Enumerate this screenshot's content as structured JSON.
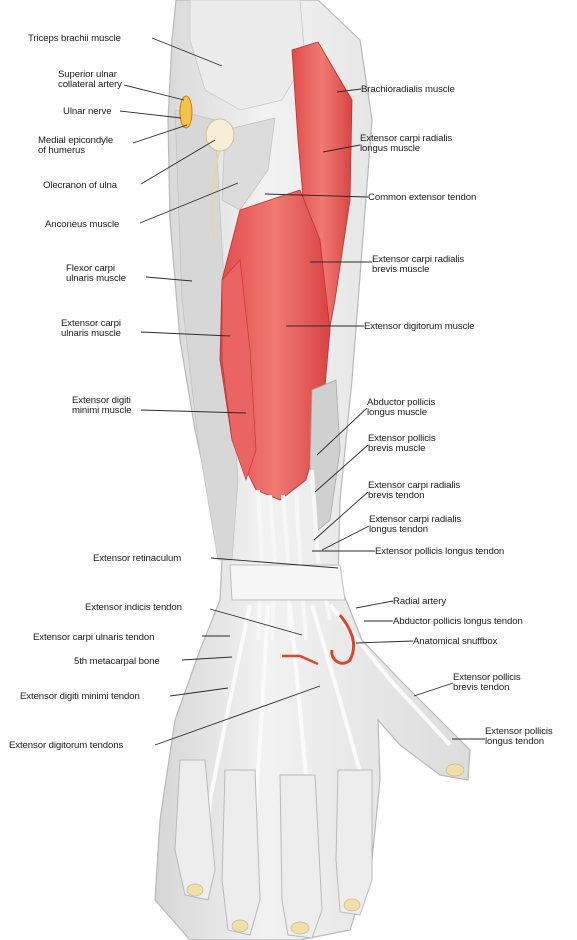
{
  "colors": {
    "muscle": "#e85a5a",
    "muscle_dark": "#c73b3b",
    "tendon": "#f1efe9",
    "bone": "#f3e6c4",
    "skin_outline": "#bdbdbd",
    "soft_tissue": "#e4e4e4",
    "artery": "#d9472b"
  },
  "labels": [
    {
      "id": "triceps",
      "lines": [
        "Triceps brachii muscle"
      ]
    },
    {
      "id": "sup-ulnar",
      "lines": [
        "Superior ulnar",
        "collateral artery"
      ]
    },
    {
      "id": "ulnar-nerve",
      "lines": [
        "Ulnar nerve"
      ]
    },
    {
      "id": "medial-epi",
      "lines": [
        "Medial epicondyle",
        "of humerus"
      ]
    },
    {
      "id": "olecranon",
      "lines": [
        "Olecranon of ulna"
      ]
    },
    {
      "id": "anconeus",
      "lines": [
        "Anconeus muscle"
      ]
    },
    {
      "id": "fcu",
      "lines": [
        "Flexor carpi",
        "ulnaris muscle"
      ]
    },
    {
      "id": "ecu",
      "lines": [
        "Extensor carpi",
        "ulnaris muscle"
      ]
    },
    {
      "id": "edm",
      "lines": [
        "Extensor digiti",
        "minimi muscle"
      ]
    },
    {
      "id": "retinaculum",
      "lines": [
        "Extensor retinaculum"
      ]
    },
    {
      "id": "indicis",
      "lines": [
        "Extensor indicis tendon"
      ]
    },
    {
      "id": "ecu-tendon",
      "lines": [
        "Extensor carpi ulnaris tendon"
      ]
    },
    {
      "id": "fifth-mc",
      "lines": [
        "5th metacarpal bone"
      ]
    },
    {
      "id": "edm-tendon",
      "lines": [
        "Extensor digiti minimi tendon"
      ]
    },
    {
      "id": "ed-tendons",
      "lines": [
        "Extensor digitorum tendons"
      ]
    },
    {
      "id": "brachioradialis",
      "lines": [
        "Brachioradialis muscle"
      ]
    },
    {
      "id": "ecrl",
      "lines": [
        "Extensor carpi radialis",
        "longus muscle"
      ]
    },
    {
      "id": "common-ext",
      "lines": [
        "Common extensor tendon"
      ]
    },
    {
      "id": "ecrb",
      "lines": [
        "Extensor carpi radialis",
        "brevis muscle"
      ]
    },
    {
      "id": "ed-muscle",
      "lines": [
        "Extensor digitorum muscle"
      ]
    },
    {
      "id": "apl",
      "lines": [
        "Abductor pollicis",
        "longus muscle"
      ]
    },
    {
      "id": "epb",
      "lines": [
        "Extensor pollicis",
        "brevis muscle"
      ]
    },
    {
      "id": "ecrb-tendon",
      "lines": [
        "Extensor carpi radialis",
        "brevis tendon"
      ]
    },
    {
      "id": "ecrl-tendon",
      "lines": [
        "Extensor carpi radialis",
        "longus tendon"
      ]
    },
    {
      "id": "epl-tendon",
      "lines": [
        "Extensor pollicis longus tendon"
      ]
    },
    {
      "id": "radial-artery",
      "lines": [
        "Radial artery"
      ]
    },
    {
      "id": "apl-tendon",
      "lines": [
        "Abductor pollicis longus tendon"
      ]
    },
    {
      "id": "snuffbox",
      "lines": [
        "Anatomical snuffbox"
      ]
    },
    {
      "id": "epb-tendon",
      "lines": [
        "Extensor pollicis",
        "brevis tendon"
      ]
    },
    {
      "id": "epl-tendon2",
      "lines": [
        "Extensor pollicis",
        "longus tendon"
      ]
    }
  ]
}
